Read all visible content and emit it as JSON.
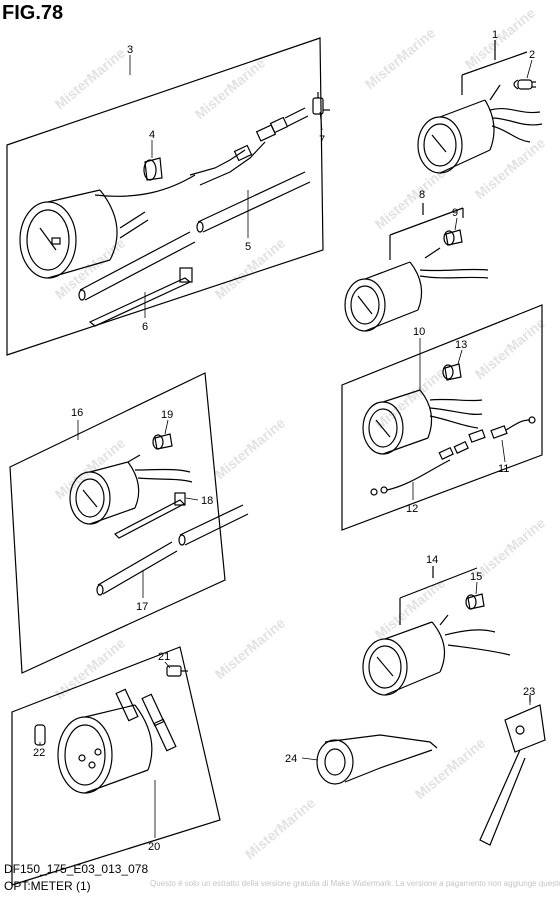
{
  "figure": {
    "title": "FIG.78"
  },
  "callouts": [
    "1",
    "2",
    "3",
    "4",
    "5",
    "6",
    "7",
    "8",
    "9",
    "10",
    "11",
    "12",
    "13",
    "14",
    "15",
    "16",
    "17",
    "18",
    "19",
    "20",
    "21",
    "22",
    "23",
    "24"
  ],
  "watermark": {
    "text": "MisterMarine"
  },
  "footer": {
    "code": "DF150_175_E03_013_078",
    "name": "OPT:METER (1)",
    "notice": "Questo è solo un estratto della versione gratuita di Make Watermark. La versione a pagamento non aggiunge questo segno"
  }
}
